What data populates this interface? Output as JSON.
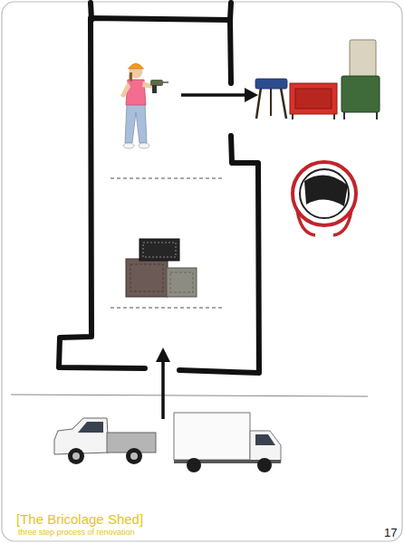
{
  "diagram": {
    "title": "[The Bricolage Shed]",
    "labels": [
      "three step process of renovation",
      "17"
    ]
  }
}
